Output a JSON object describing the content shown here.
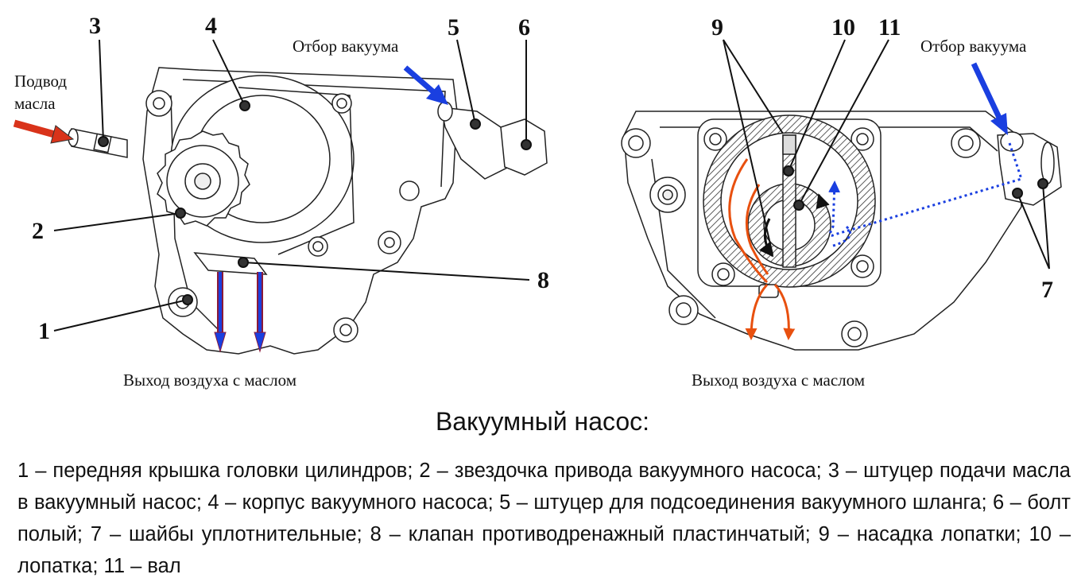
{
  "left_figure": {
    "callouts": [
      "1",
      "2",
      "3",
      "4",
      "5",
      "6",
      "8"
    ],
    "oil_inlet_label_line1": "Подвод",
    "oil_inlet_label_line2": "масла",
    "vacuum_label": "Отбор вакуума",
    "outlet_label": "Выход воздуха с маслом"
  },
  "right_figure": {
    "callouts": [
      "9",
      "10",
      "11",
      "7"
    ],
    "vacuum_label": "Отбор вакуума",
    "outlet_label": "Выход воздуха с маслом"
  },
  "title": "Вакуумный насос:",
  "caption": "1 – передняя крышка головки цилиндров; 2 – звездочка привода вакуумного насоса; 3 – штуцер подачи масла в вакуумный насос; 4 – корпус вакуумного насоса; 5 – штуцер для подсоединения вакуумного шланга; 6 – болт полый; 7 – шайбы уплотнительные; 8 – клапан противодренажный пластинчатый; 9 – насадка лопатки; 10 – лопатка; 11 – вал",
  "colors": {
    "oil_arrow": "#d9331a",
    "vacuum_arrow": "#1a3fe0",
    "oil_path": "#e8500f",
    "air_oil_arrow_outline": "#8a1a3a"
  }
}
